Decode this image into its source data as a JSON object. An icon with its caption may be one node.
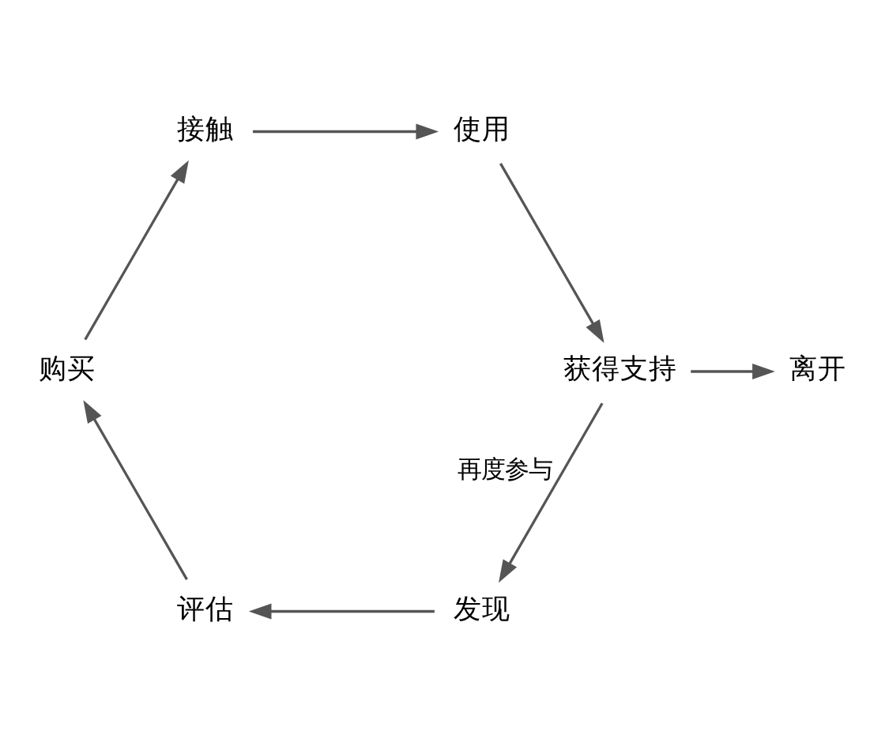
{
  "diagram": {
    "nodes": [
      {
        "text": [
          "发现"
        ]
      },
      {
        "text": [
          "评估"
        ]
      },
      {
        "text": [
          "购买"
        ]
      },
      {
        "text": [
          "接触"
        ]
      },
      {
        "text": [
          "使用"
        ]
      },
      {
        "text": [
          "获得支持"
        ]
      },
      {
        "text": [
          "离开"
        ]
      }
    ],
    "edges": [
      {
        "from": 0,
        "to": 1,
        "arrow": "to"
      },
      {
        "from": 1,
        "to": 2,
        "arrow": "to"
      },
      {
        "from": 2,
        "to": 3,
        "arrow": "to"
      },
      {
        "from": 3,
        "to": 4,
        "arrow": "to"
      },
      {
        "from": 4,
        "to": 5,
        "arrow": "to"
      },
      {
        "from": 5,
        "to": 0,
        "arrow": "to",
        "label": "再度参与"
      },
      {
        "from": 5,
        "to": 6,
        "arrow": "to"
      }
    ]
  }
}
